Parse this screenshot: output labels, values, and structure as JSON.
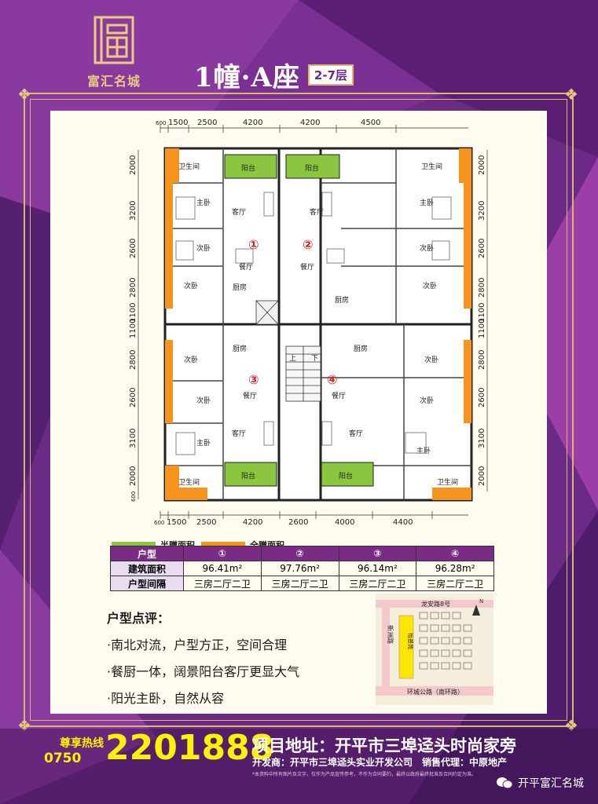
{
  "brand": {
    "logo_char": "富",
    "name": "富汇名城"
  },
  "header": {
    "title": "1幢·A座",
    "floors": "2-7层"
  },
  "plan": {
    "dims_top": [
      "600",
      "1500",
      "2500",
      "4200",
      "4200",
      "4500"
    ],
    "dims_bottom": [
      "600",
      "1500",
      "2500",
      "4200",
      "2600",
      "4000",
      "4400"
    ],
    "dims_left": [
      "2000",
      "3200",
      "2600",
      "2800",
      "1100",
      "1100",
      "2800",
      "2600",
      "3100",
      "2000",
      "600"
    ],
    "dims_right": [
      "2000",
      "3200",
      "2600",
      "2800",
      "1100",
      "1100",
      "2800",
      "2600",
      "3100",
      "2000"
    ],
    "unit_marks": [
      "①",
      "②",
      "③",
      "④"
    ],
    "rooms": {
      "balcony": "阳台",
      "bathroom": "卫生间",
      "master": "主卧",
      "living": "客厅",
      "second": "次卧",
      "dining": "餐厅",
      "kitchen": "厨房",
      "up": "上",
      "down": "下"
    }
  },
  "legend": {
    "half": "半赠面积",
    "full": "全赠面积",
    "half_color": "#8cc63f",
    "full_color": "#f7941d"
  },
  "spec_table": {
    "header": [
      "户型",
      "①",
      "②",
      "③",
      "④"
    ],
    "rows": [
      {
        "label": "建筑面积",
        "values": [
          "96.41m²",
          "97.76m²",
          "96.14m²",
          "96.28m²"
        ]
      },
      {
        "label": "户型间隔",
        "values": [
          "三房二厅二卫",
          "三房二厅二卫",
          "三房二厅二卫",
          "三房二厅二卫"
        ]
      }
    ]
  },
  "review": {
    "heading": "户型点评：",
    "points": [
      "·南北对流，户型方正，空间合理",
      "·餐厨一体，阔景阳台客厅更显大气",
      "·阳光主卧，自然从容"
    ]
  },
  "map": {
    "road_top": "龙安路8号",
    "road_left": "新洲路",
    "road_bottom": "环城公路（南环路）",
    "block": "怡景苑",
    "compass": "N"
  },
  "footer": {
    "hotline_label": "尊享热线",
    "area_code": "0750",
    "number": "2201888",
    "address": "项目地址：开平市三埠迳头时尚家旁",
    "developer": "开发商：开平市三埠迳头实业开发公司　销售代理：中原地产",
    "note": "*本资料中所有图片及文字，仅作为产品宣传参考，不作为合同要约，最终以政府最终批准及合同约定为准。",
    "wechat": "开平富汇名城"
  },
  "colors": {
    "frame": "#d9b86a",
    "bg": "#6a2a86",
    "hotline": "#fff200"
  }
}
